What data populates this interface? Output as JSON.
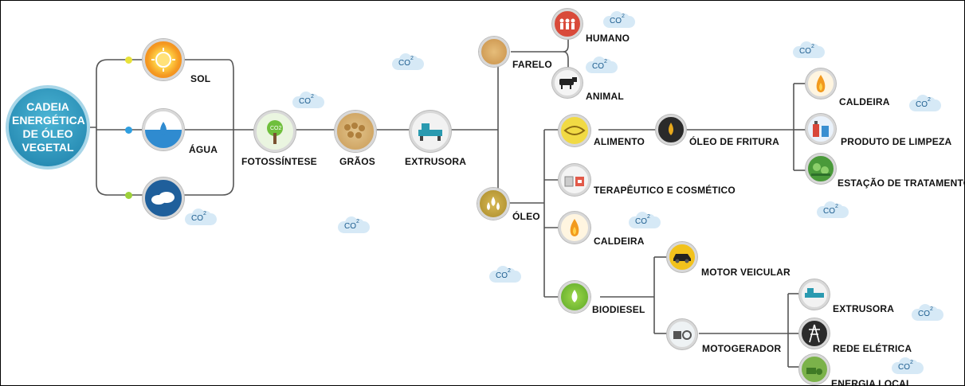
{
  "main_title": "CADEIA ENERGÉTICA DE ÓLEO VEGETAL",
  "co2_label": "CO",
  "co2_sub": "2",
  "colors": {
    "line": "#555555",
    "main": "#2a93bd",
    "sun": "#f4a62a",
    "water": "#3a8fd1",
    "sky": "#2d6fa8"
  },
  "nodes": {
    "sol": "SOL",
    "agua": "ÁGUA",
    "fotossintese": "FOTOSSÍNTESE",
    "graos": "GRÃOS",
    "extrusora": "EXTRUSORA",
    "farelo": "FARELO",
    "humano": "HUMANO",
    "animal": "ANIMAL",
    "oleo": "ÓLEO",
    "alimento": "ALIMENTO",
    "oleo_fritura": "ÓLEO DE FRITURA",
    "caldeira_top": "CALDEIRA",
    "produto_limpeza": "PRODUTO DE LIMPEZA",
    "estacao_tratamento": "ESTAÇÃO DE TRATAMENTO",
    "terapeutico": "TERAPÊUTICO E COSMÉTICO",
    "caldeira": "CALDEIRA",
    "biodiesel": "BIODIESEL",
    "motor_veicular": "MOTOR VEICULAR",
    "motogerador": "MOTOGERADOR",
    "extrusora2": "EXTRUSORA",
    "rede_eletrica": "REDE ELÉTRICA",
    "energia_local": "ENERGIA LOCAL"
  }
}
